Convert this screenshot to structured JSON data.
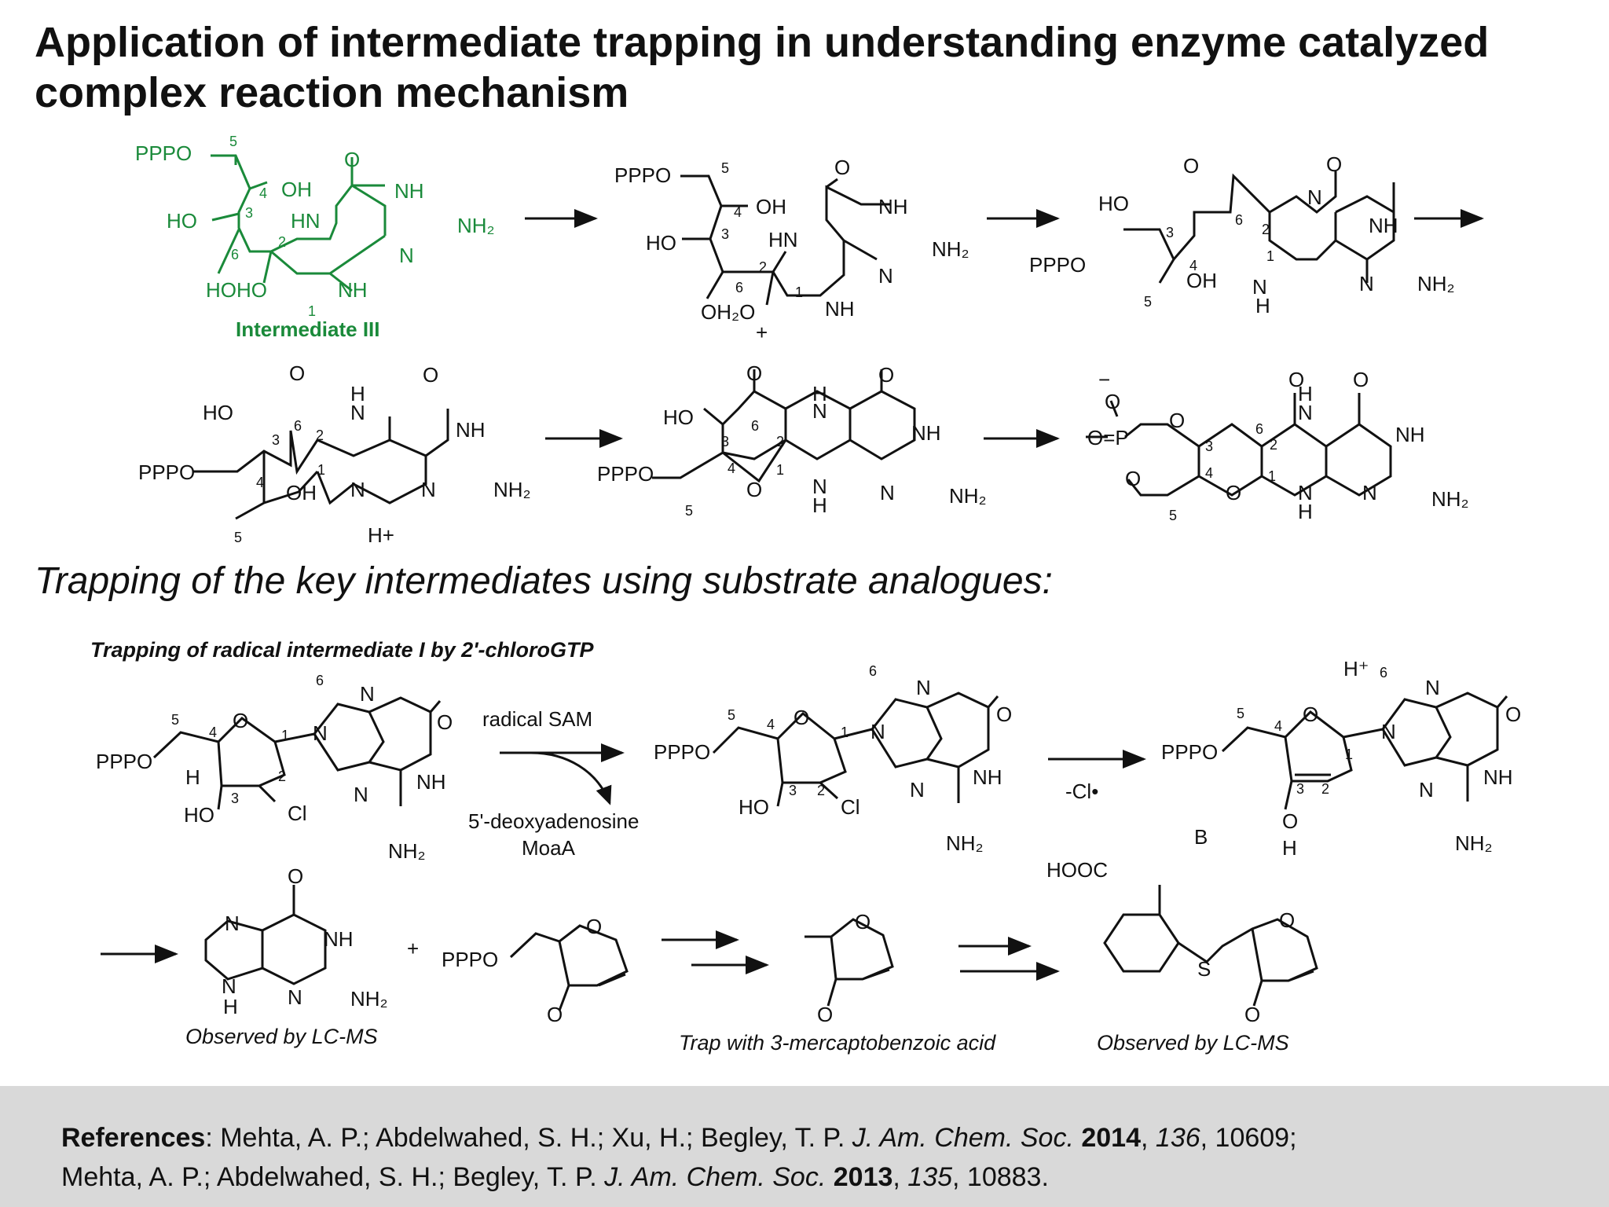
{
  "title": "Application of intermediate trapping in understanding enzyme catalyzed complex reaction mechanism",
  "colors": {
    "accent_green": "#1a8a3a",
    "ink": "#111111",
    "ref_band": "#d9d9d9"
  },
  "scheme1": {
    "intermediate_label": "Intermediate III",
    "proton": "H+"
  },
  "section_heading": "Trapping of the key intermediates using substrate analogues:",
  "scheme2": {
    "subtitle": "Trapping of radical intermediate I by 2'-chloroGTP",
    "reagent_top": "radical SAM",
    "byproduct_1": "5'-deoxyadenosine",
    "byproduct_2": "MoaA",
    "loss_label": "-Cl•",
    "plus": "+",
    "observed_1": "Observed by LC-MS",
    "trap_label": "Trap with 3-mercaptobenzoic acid",
    "observed_2": "Observed by LC-MS"
  },
  "references": {
    "label": "References",
    "ref1": {
      "authors": ": Mehta, A. P.; Abdelwahed, S. H.; Xu, H.; Begley, T. P. ",
      "journal": "J. Am. Chem. Soc.",
      "year": "2014",
      "volume": "136",
      "pages": ", 10609;"
    },
    "ref2": {
      "authors": "Mehta, A. P.; Abdelwahed, S. H.; Begley, T. P. ",
      "journal": "J. Am. Chem. Soc.",
      "year": "2013",
      "volume": "135",
      "pages": ", 10883."
    }
  }
}
